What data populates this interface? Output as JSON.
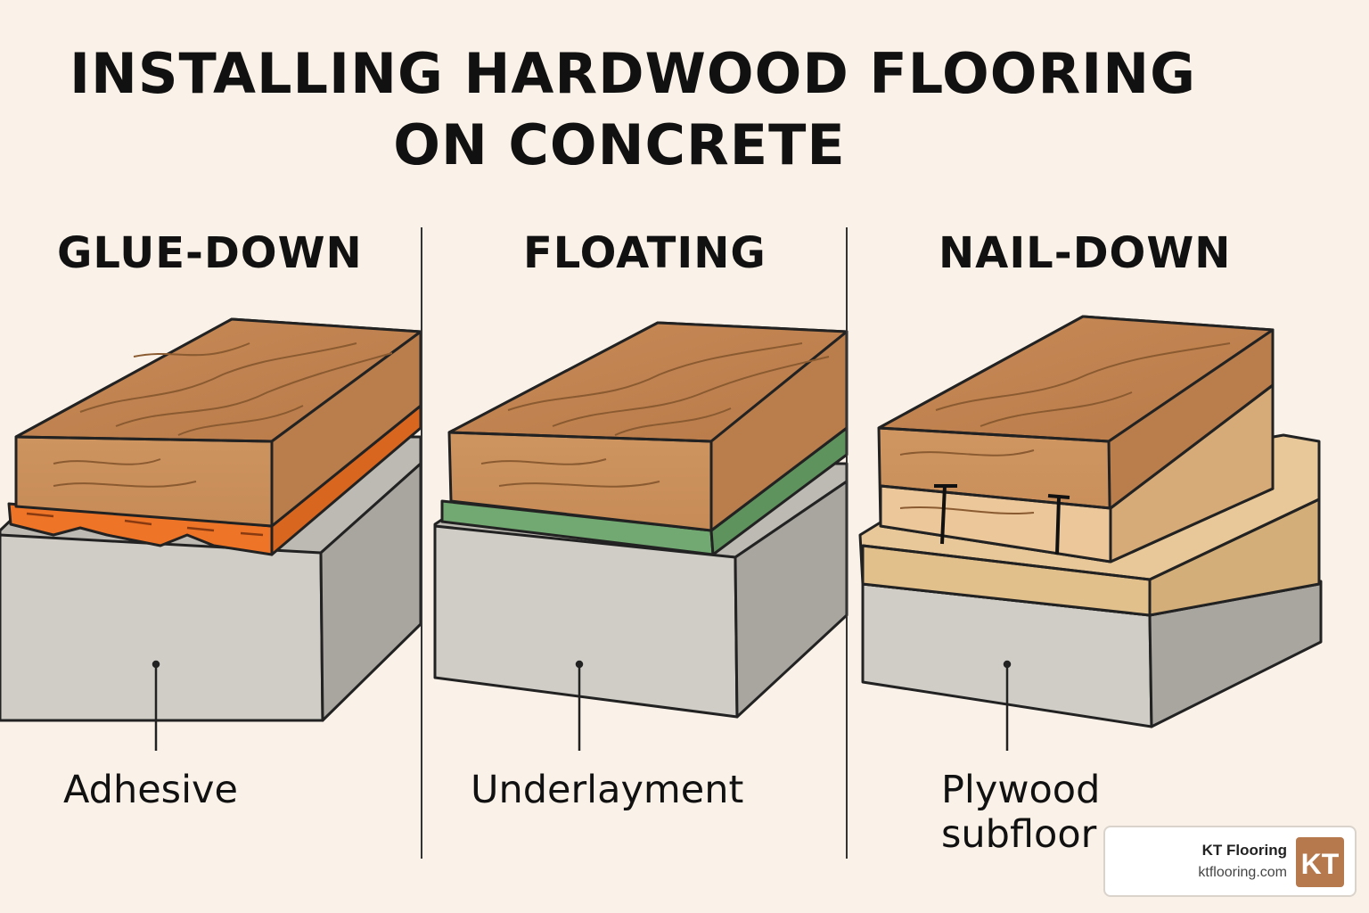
{
  "title": {
    "line1": "INSTALLING HARDWOOD FLOORING",
    "line2": "ON CONCRETE"
  },
  "methods": [
    {
      "heading": "GLUE-DOWN",
      "label_lines": [
        "Adhesive"
      ]
    },
    {
      "heading": "FLOATING",
      "label_lines": [
        "Underlayment"
      ]
    },
    {
      "heading": "NAIL-DOWN",
      "label_lines": [
        "Plywood",
        "subfloor"
      ]
    }
  ],
  "badge": {
    "name": "KT Flooring",
    "url": "ktflooring.com",
    "logo_text": "KT"
  },
  "colors": {
    "background": "#faf2e8",
    "wood": "#c98f5c",
    "concrete": "#cfcdc6",
    "adhesive": "#ee7428",
    "underlayment": "#72a872",
    "plywood": "#e8c898"
  }
}
